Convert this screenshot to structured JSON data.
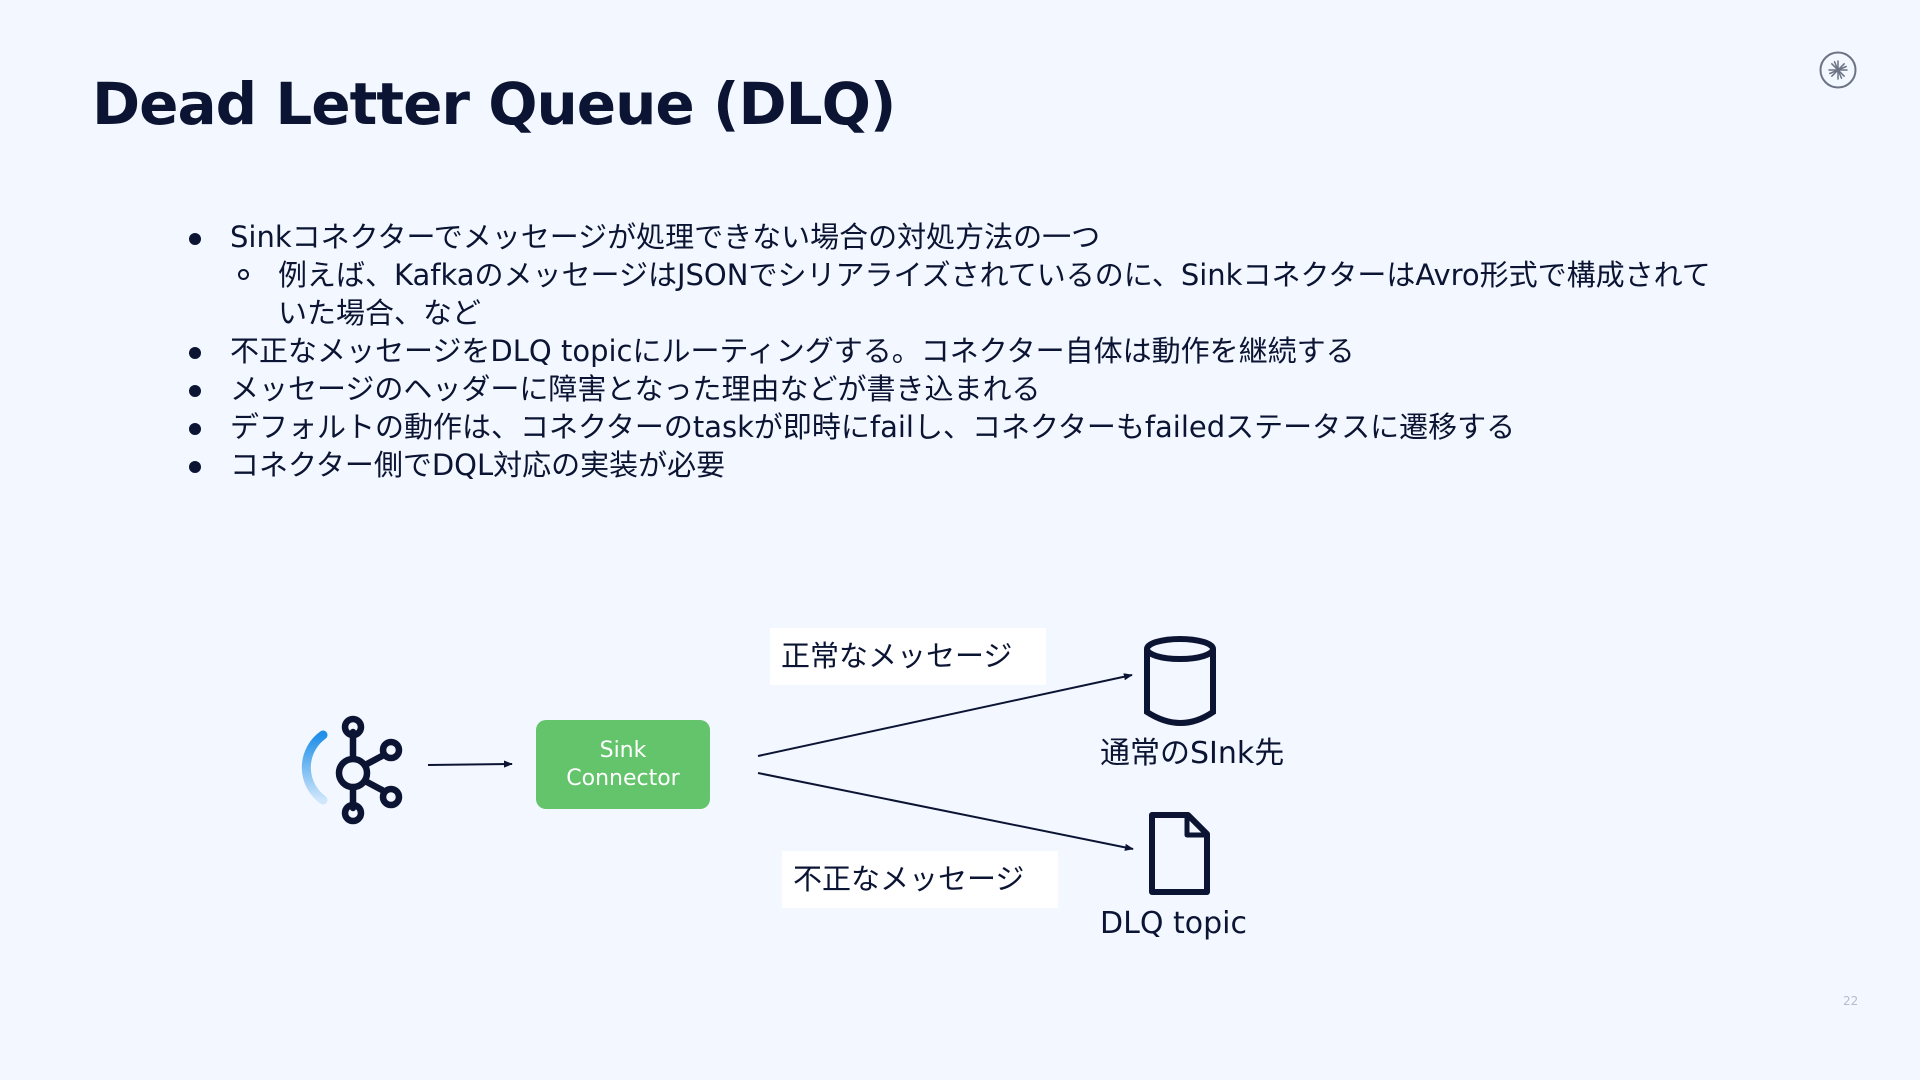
{
  "slide": {
    "title": "Dead Letter Queue (DLQ)",
    "page_number": "22"
  },
  "bullets": [
    {
      "text": "Sinkコネクターでメッセージが処理できない場合の対処方法の一つ",
      "sub": [
        {
          "line1": "例えば、KafkaのメッセージはJSONでシリアライズされているのに、SinkコネクターはAvro形式で構成されて",
          "line2": "いた場合、など"
        }
      ]
    },
    {
      "text": "不正なメッセージをDLQ topicにルーティングする。コネクター自体は動作を継続する"
    },
    {
      "text": "メッセージのヘッダーに障害となった理由などが書き込まれる"
    },
    {
      "text": "デフォルトの動作は、コネクターのtaskが即時にfailし、コネクターもfailedステータスに遷移する"
    },
    {
      "text": "コネクター側でDQL対応の実装が必要"
    }
  ],
  "diagram": {
    "source_icon": "kafka-icon",
    "connector": {
      "line1": "Sink",
      "line2": "Connector"
    },
    "normal_message_label": "正常なメッセージ",
    "invalid_message_label": "不正なメッセージ",
    "sink_destination": {
      "icon": "database-icon",
      "label": "通常のSInk先"
    },
    "dlq_destination": {
      "icon": "document-icon",
      "label": "DLQ topic"
    }
  },
  "colors": {
    "background": "#f3f7ff",
    "text": "#0b1533",
    "connector_green": "#63c46c",
    "accent_blue": "#1f8fe8"
  }
}
